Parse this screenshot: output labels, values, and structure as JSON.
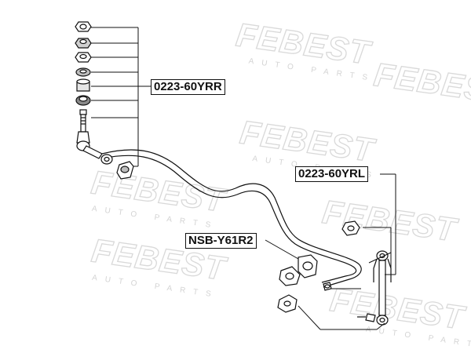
{
  "watermark": {
    "brand": "FEBEST",
    "tagline": "AUTO PARTS"
  },
  "callouts": {
    "rear_right_link": "0223-60YRR",
    "rear_left_link": "0223-60YRL",
    "stabilizer_bushing": "NSB-Y61R2"
  },
  "colors": {
    "line": "#111111",
    "watermark": "#d9d9d9",
    "background": "#ffffff"
  }
}
